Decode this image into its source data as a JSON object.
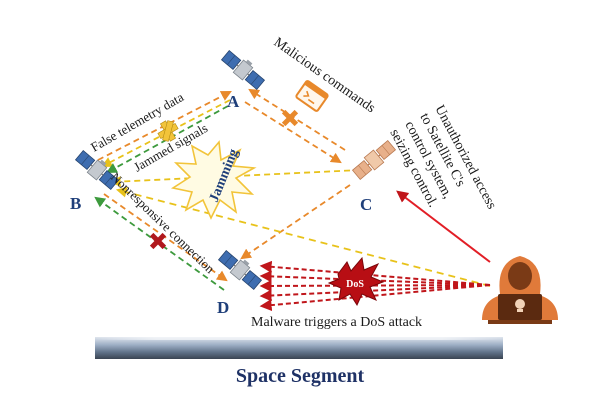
{
  "diagram": {
    "nodes": {
      "a": "A",
      "b": "B",
      "c": "C",
      "d": "D"
    },
    "labels": {
      "malicious_commands": "Malicious commands",
      "false_telemetry": "False telemetry data",
      "jammed_signals": "Jammed signals",
      "jamming": "Jamming",
      "nonresponsive": "Nonresponsive connection",
      "dos": "DoS",
      "malware": "Malware triggers a DoS attack",
      "unauthorized": [
        "Unauthorized access",
        "to Satellite C's",
        "control system,",
        "seizing control."
      ],
      "segment": "Space Segment"
    },
    "icons": {
      "satellite": "satellite-icon",
      "hacker": "hacker-icon",
      "terminal": "terminal-icon",
      "block": "x-mark-icon",
      "burst": "starburst-icon"
    },
    "colors": {
      "orange_link": "#e8892b",
      "yellow_link": "#e8c21a",
      "green_link": "#3d9a3d",
      "dos_link": "#c0161b",
      "node_text": "#1f3f7a",
      "hacker": "#e07a3a"
    }
  }
}
